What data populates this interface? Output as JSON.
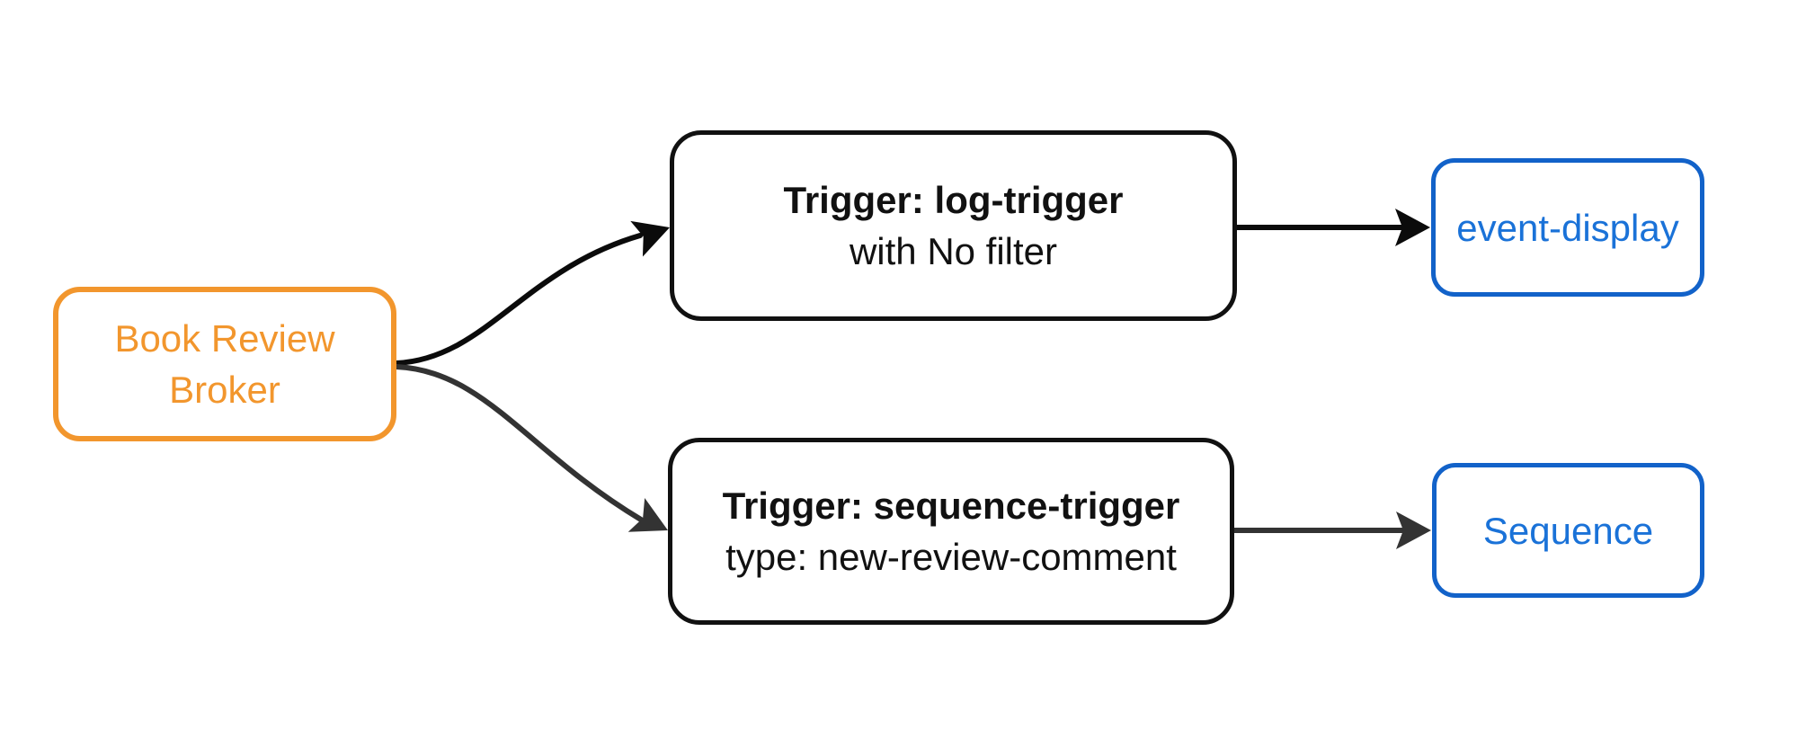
{
  "colors": {
    "background": "#ffffff",
    "orange": "#f2962d",
    "blue-border": "#1262c9",
    "blue-text": "#1a72d8",
    "black-node": "#111111",
    "edge-black": "#0b0b0b",
    "edge-gray": "#333333"
  },
  "nodes": {
    "broker": {
      "line1": "Book Review",
      "line2": "Broker"
    },
    "log_trigger": {
      "title": "Trigger: log-trigger",
      "subtitle": "with No filter"
    },
    "sequence_trigger": {
      "title": "Trigger: sequence-trigger",
      "subtitle": "type: new-review-comment"
    },
    "event_display": {
      "label": "event-display"
    },
    "sequence": {
      "label": "Sequence"
    }
  }
}
